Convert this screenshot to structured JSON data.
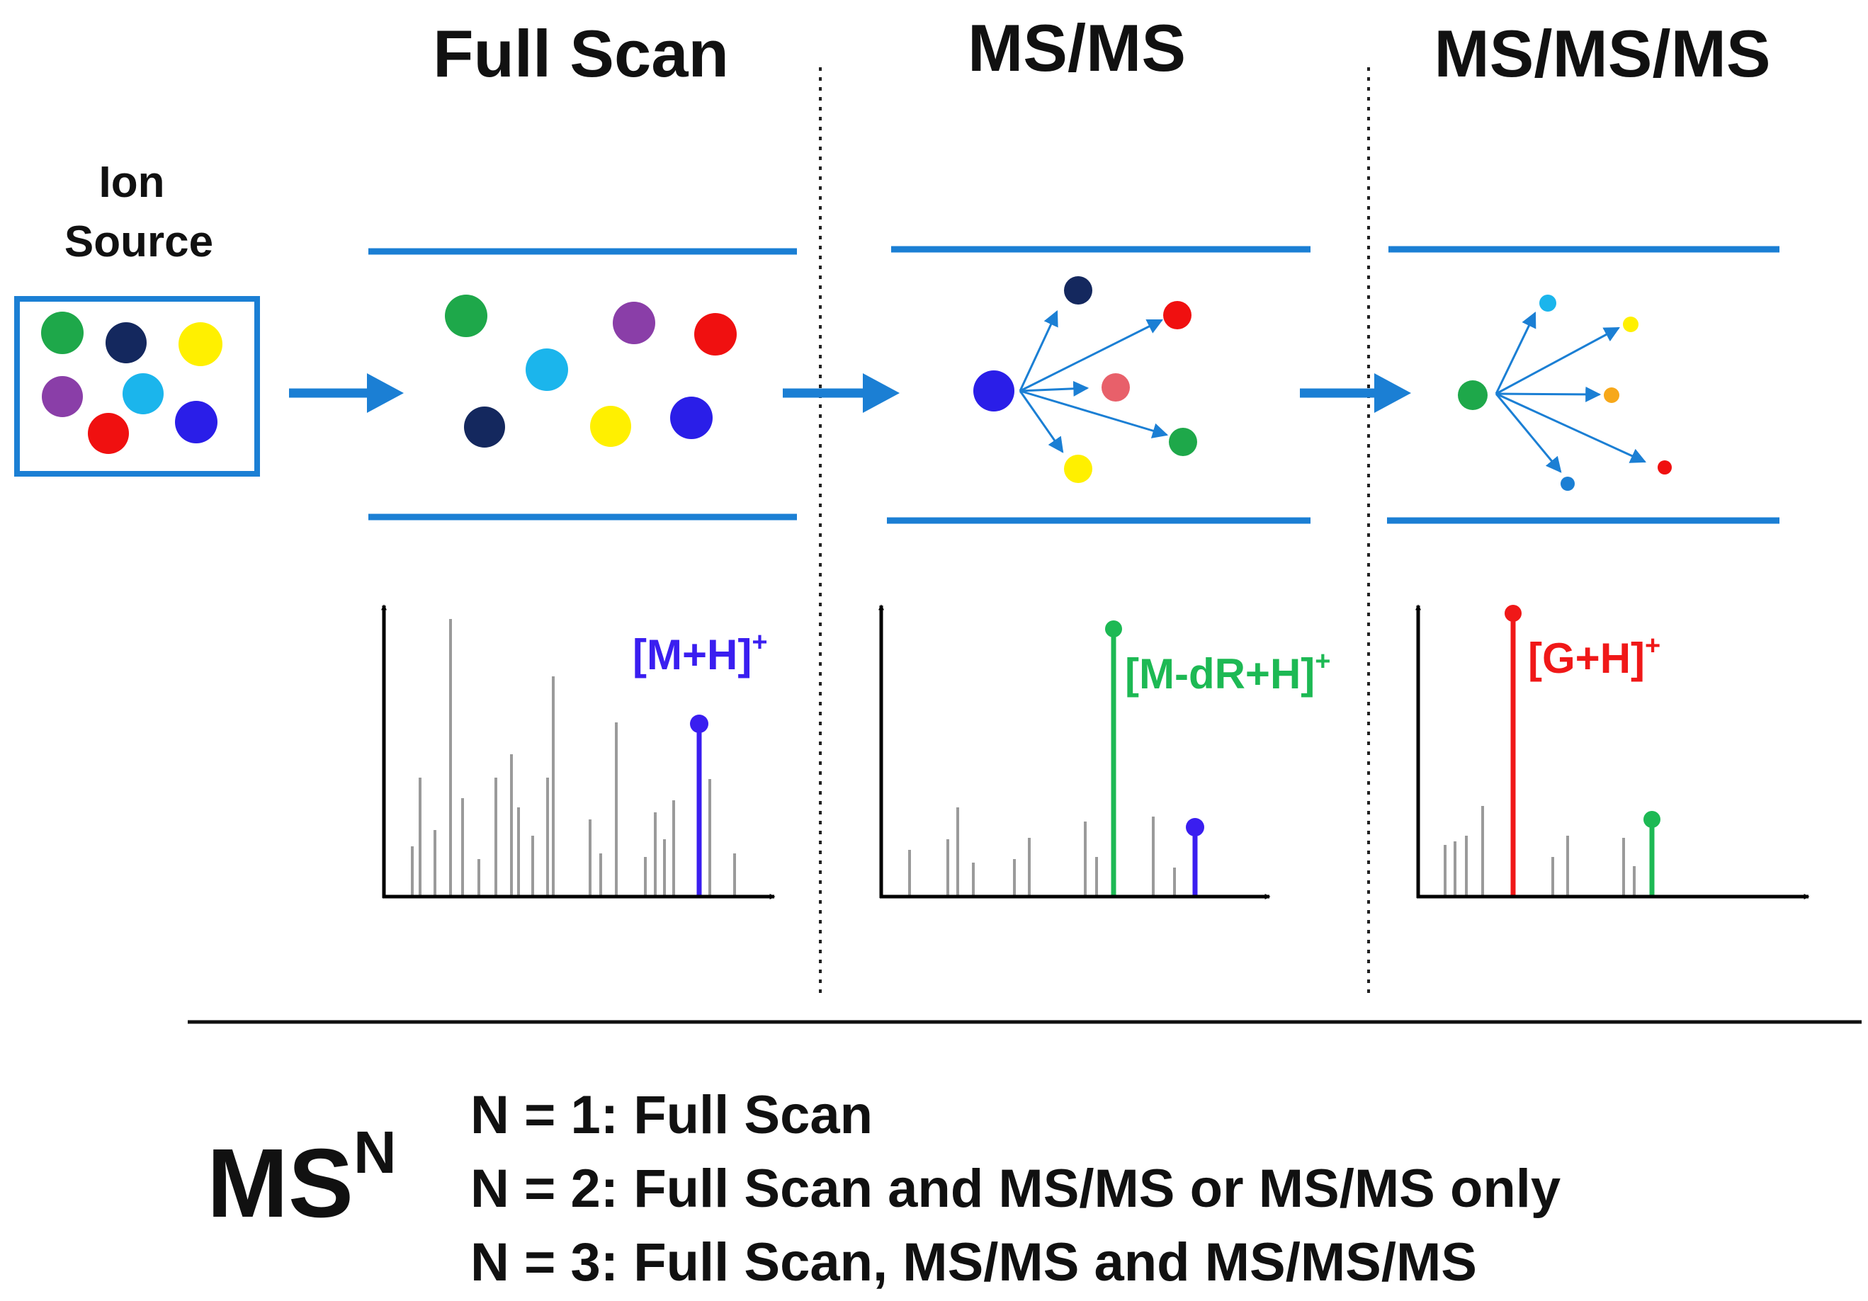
{
  "diagram": {
    "ion_source": {
      "label_line1": "Ion",
      "label_line2": "Source"
    },
    "stages": [
      {
        "title": "Full Scan",
        "peak_label": "[M+H]",
        "peak_sup": "+",
        "peak_color": "#3a1ef0"
      },
      {
        "title": "MS/MS",
        "peak_label": "[M-dR+H]",
        "peak_sup": "+",
        "peak_color": "#1db954"
      },
      {
        "title": "MS/MS/MS",
        "peak_label": "[G+H]",
        "peak_sup": "+",
        "peak_color": "#f01818"
      }
    ],
    "legend": {
      "symbol": "MS",
      "symbol_sup": "N",
      "lines": [
        "N = 1: Full Scan",
        "N = 2: Full Scan and MS/MS or MS/MS only",
        "N = 3: Full Scan, MS/MS and MS/MS/MS"
      ]
    },
    "colors": {
      "blue_line": "#1b7fd4",
      "green": "#1ea84a",
      "navy": "#14285e",
      "yellow": "#fff000",
      "purple": "#8a3ea8",
      "cyan": "#1bb5ec",
      "red": "#f01010",
      "blue": "#2a1ee8",
      "pink": "#e8606a",
      "orange": "#f7a81a",
      "gray_peak": "#9a9a9a"
    }
  }
}
